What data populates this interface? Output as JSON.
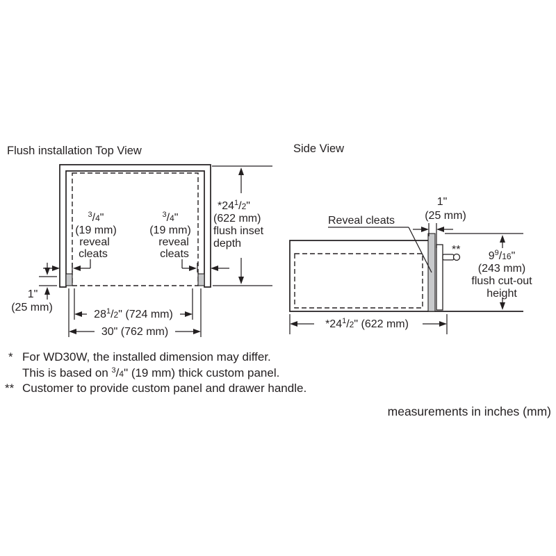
{
  "top_view": {
    "title": "Flush installation Top View",
    "left_cleat_label": {
      "frac_sup": "3",
      "frac_slash": "/",
      "frac_den": "4",
      "frac_rest": "\"",
      "line2": "(19 mm)",
      "line3": "reveal",
      "line4": "cleats"
    },
    "right_cleat_label": {
      "frac_sup": "3",
      "frac_slash": "/",
      "frac_den": "4",
      "frac_rest": "\"",
      "line2": "(19 mm)",
      "line3": "reveal",
      "line4": "cleats"
    },
    "dim_one_inch": {
      "line1": "1\"",
      "line2": "(25 mm)"
    },
    "dim_inner_width": {
      "base": "28",
      "sup": "1",
      "slash": "/",
      "den": "2",
      "rest": "\" (724 mm)"
    },
    "dim_outer_width": {
      "label": "30\" (762 mm)"
    },
    "dim_depth": {
      "base": "*24",
      "sup": "1",
      "slash": "/",
      "den": "2",
      "rest": "\"",
      "line2": "(622 mm)",
      "line3": "flush inset",
      "line4": "depth"
    }
  },
  "side_view": {
    "title": "Side View",
    "reveal_cleats_label": "Reveal cleats",
    "handle_note_marker": "**",
    "dim_one_inch": {
      "line1": "1\"",
      "line2": "(25 mm)"
    },
    "dim_cutout_height": {
      "base": "9",
      "sup": "9",
      "slash": "/",
      "den": "16",
      "rest": "\"",
      "line2": "(243 mm)",
      "line3": "flush cut-out",
      "line4": "height"
    },
    "dim_depth": {
      "base": "*24",
      "sup": "1",
      "slash": "/",
      "den": "2",
      "rest": "\" (622 mm)"
    }
  },
  "footnotes": {
    "marker1": "*",
    "note1_line1": "For WD30W, the installed dimension may differ.",
    "note1_line2_pre": "This is based on ",
    "note1_line2_sup": "3",
    "note1_line2_slash": "/",
    "note1_line2_den": "4",
    "note1_line2_post": "\" (19 mm) thick custom panel.",
    "marker2": "**",
    "note2": "Customer to provide custom panel and drawer handle."
  },
  "units_note": "measurements in inches (mm)",
  "colors": {
    "ink": "#231f20",
    "cleat_fill": "#c8c9cb",
    "background": "#ffffff"
  }
}
